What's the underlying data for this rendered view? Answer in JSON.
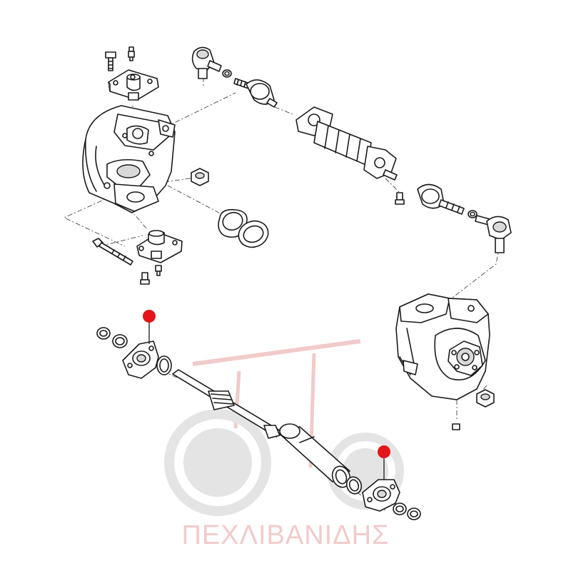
{
  "watermark": {
    "text": "ΠΕΧΛΙΒΑΝΙΔΗΣ",
    "color": "#e8a0a0",
    "gear_color": "#cfcfcf"
  },
  "callout_color": "#e4141b",
  "callouts": [
    {
      "id": "left-flange"
    },
    {
      "id": "right-flange"
    }
  ]
}
